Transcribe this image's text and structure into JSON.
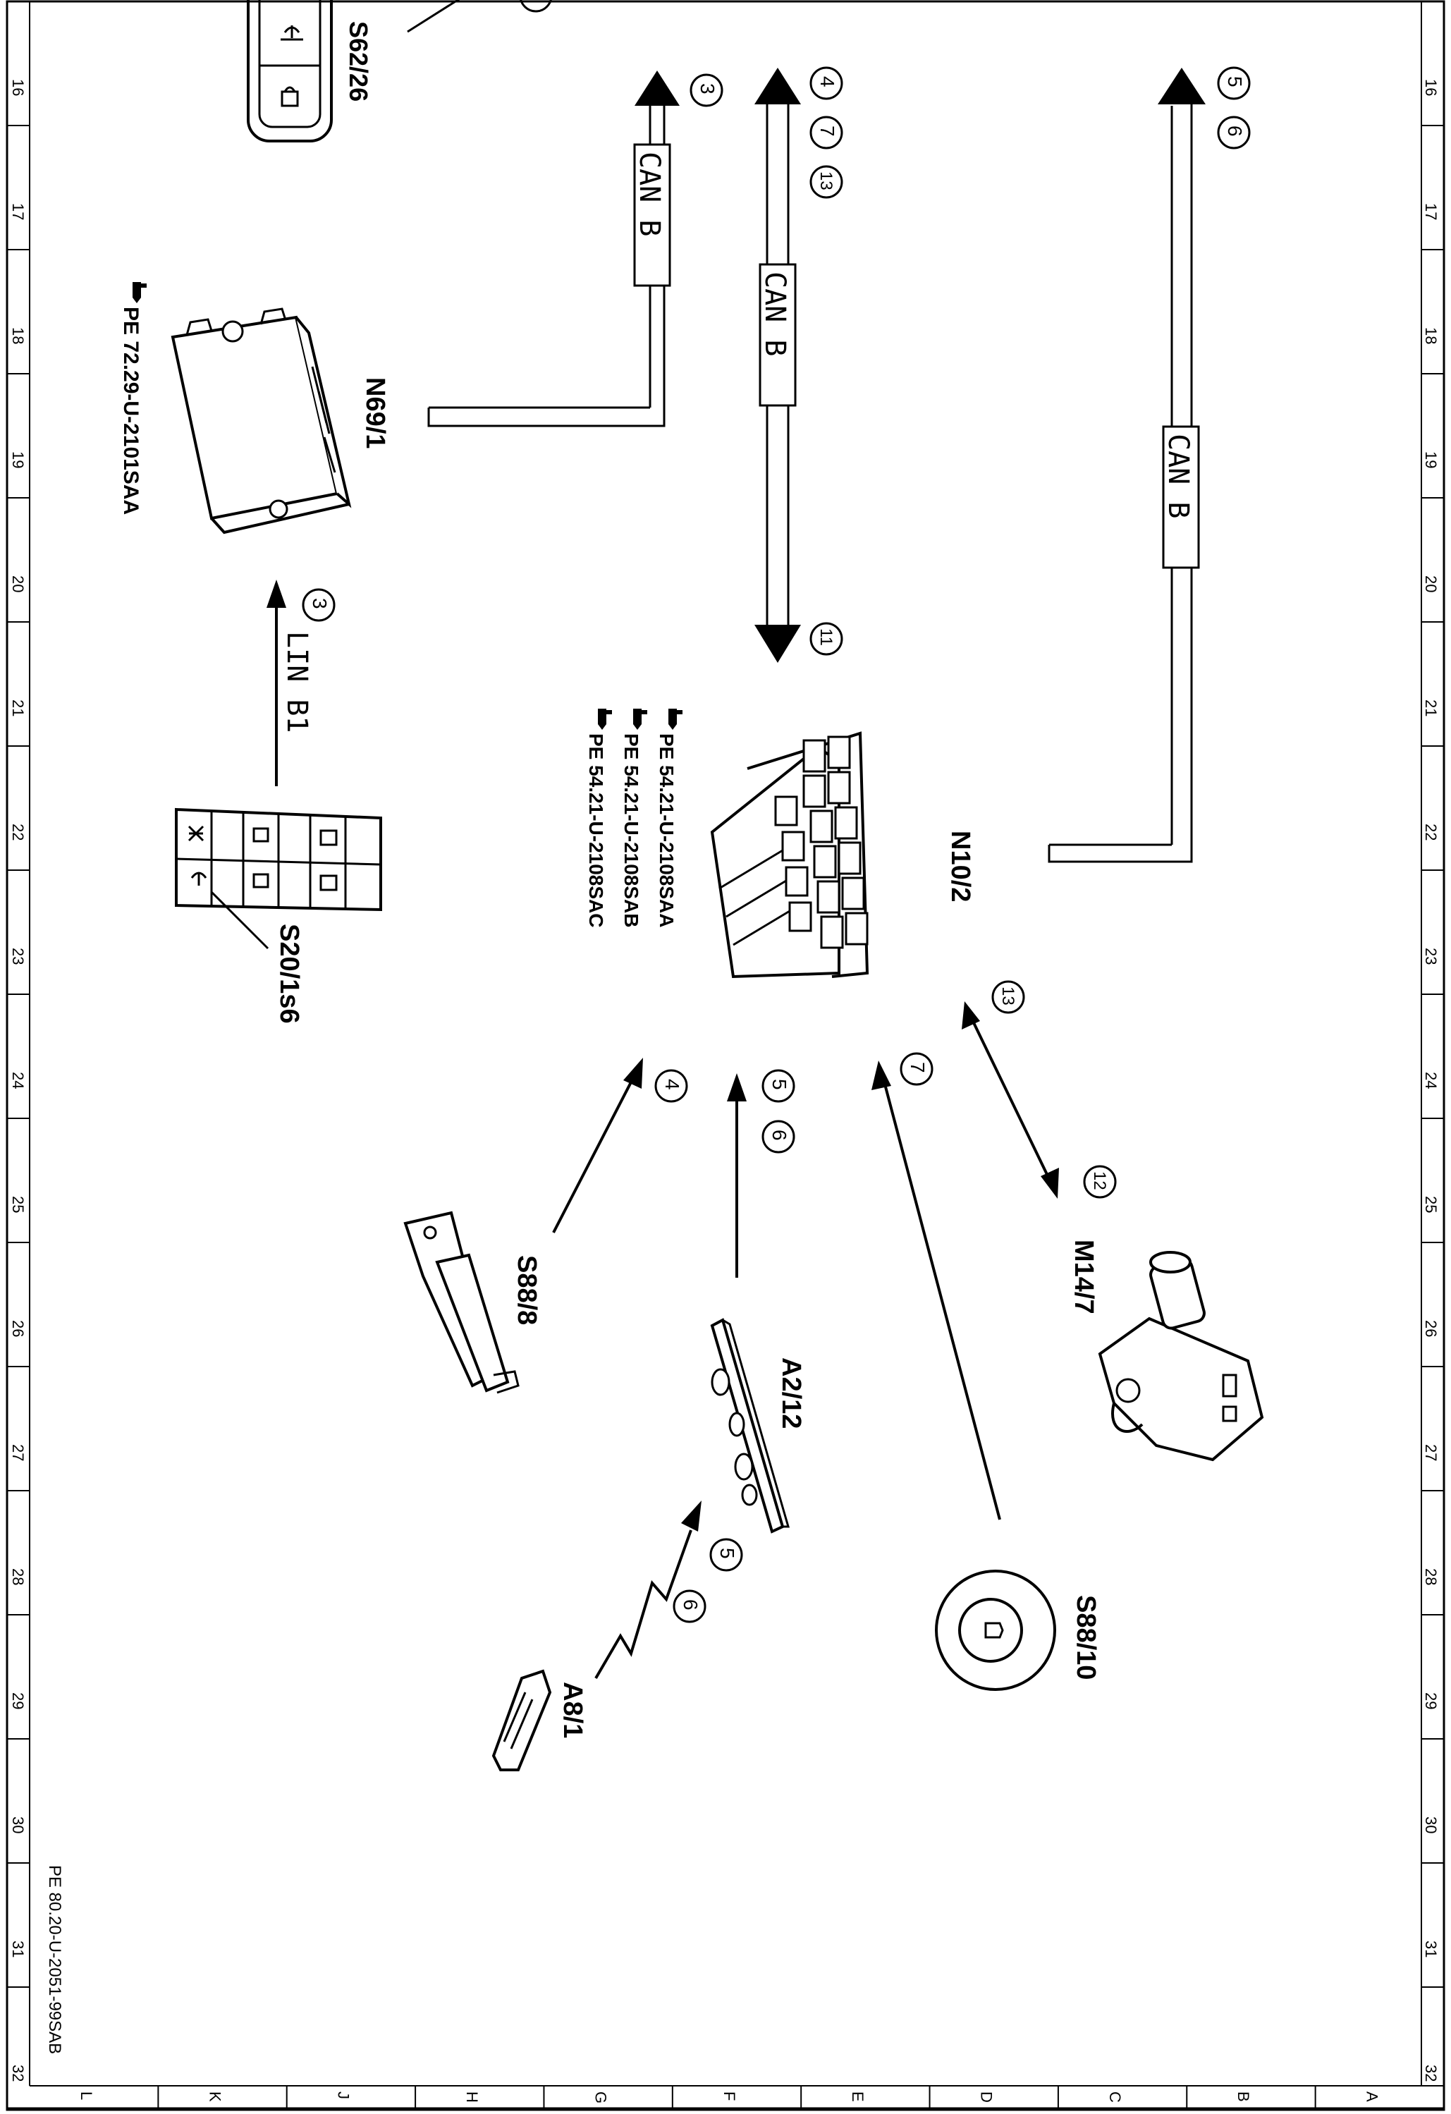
{
  "frame": {
    "rows": [
      "16",
      "17",
      "18",
      "19",
      "20",
      "21",
      "22",
      "23",
      "24",
      "25",
      "26",
      "27",
      "28",
      "29",
      "30",
      "31",
      "32"
    ],
    "cols": [
      "L",
      "K",
      "J",
      "H",
      "G",
      "F",
      "E",
      "D",
      "C",
      "B",
      "A"
    ],
    "doc_ref": "PE 80.20-U-2051-99SAB"
  },
  "components": {
    "s62": "S62/26",
    "n69": "N69/1",
    "n69_ref": "PE 72.29-U-2101SAA",
    "s20": "S20/1s6",
    "n10": "N10/2",
    "n10_refs": [
      "PE 54.21-U-2108SAA",
      "PE 54.21-U-2108SAB",
      "PE 54.21-U-2108SAC"
    ],
    "s88_8": "S88/8",
    "a2_12": "A2/12",
    "a8_1": "A8/1",
    "s88_10": "S88/10",
    "m14_7": "M14/7"
  },
  "buses": {
    "can_b": "CAN B",
    "lin_b1": "LIN B1"
  },
  "markers": {
    "m3": "3",
    "m4": "4",
    "m5": "5",
    "m6": "6",
    "m7": "7",
    "m11": "11",
    "m12": "12",
    "m13": "13"
  }
}
